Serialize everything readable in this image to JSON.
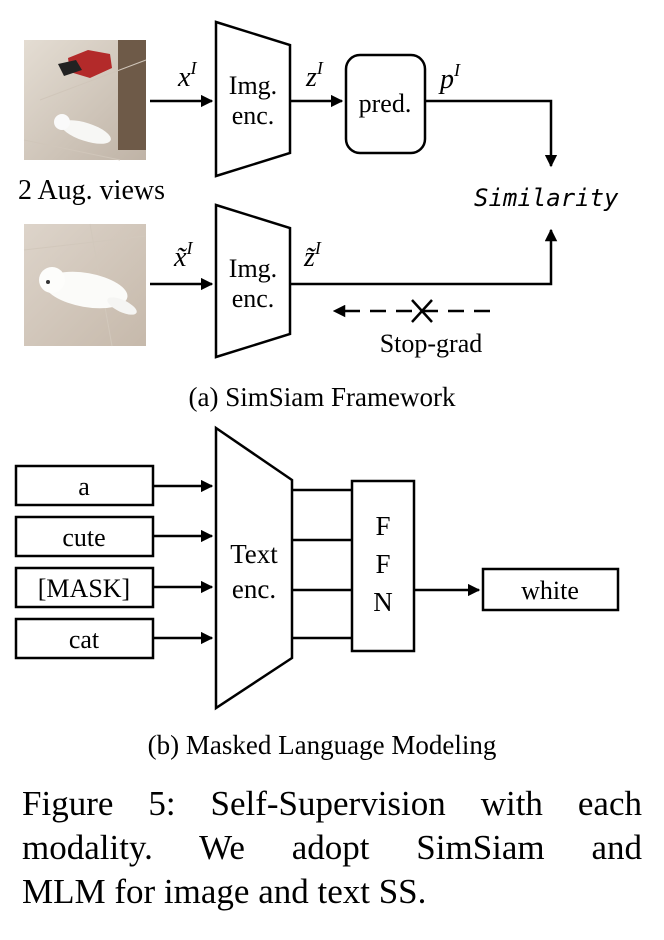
{
  "simsiam": {
    "views_label": "2 Aug. views",
    "encoder_top": [
      "Img.",
      "enc."
    ],
    "encoder_bottom": [
      "Img.",
      "enc."
    ],
    "x_label": "x",
    "x_tilde_label": "x̃",
    "z_label": "z",
    "z_tilde_label": "z̃",
    "p_label": "p",
    "superscript": "I",
    "predictor": "pred.",
    "similarity": "Similarity",
    "stopgrad": "Stop-grad",
    "caption": "(a) SimSiam Framework"
  },
  "mlm": {
    "tokens": [
      "a",
      "cute",
      "[MASK]",
      "cat"
    ],
    "encoder": [
      "Text",
      "enc."
    ],
    "ffn": [
      "F",
      "F",
      "N"
    ],
    "output": "white",
    "caption": "(b) Masked Language Modeling"
  },
  "figure_caption": {
    "line1": "Figure 5: Self-Supervision with each",
    "line2": "modality.  We adopt SimSiam and",
    "line3": "MLM for image and text SS."
  },
  "colors": {
    "line": "#000000",
    "tile": "#d8cfc4",
    "floor": "#c9bfb3"
  }
}
